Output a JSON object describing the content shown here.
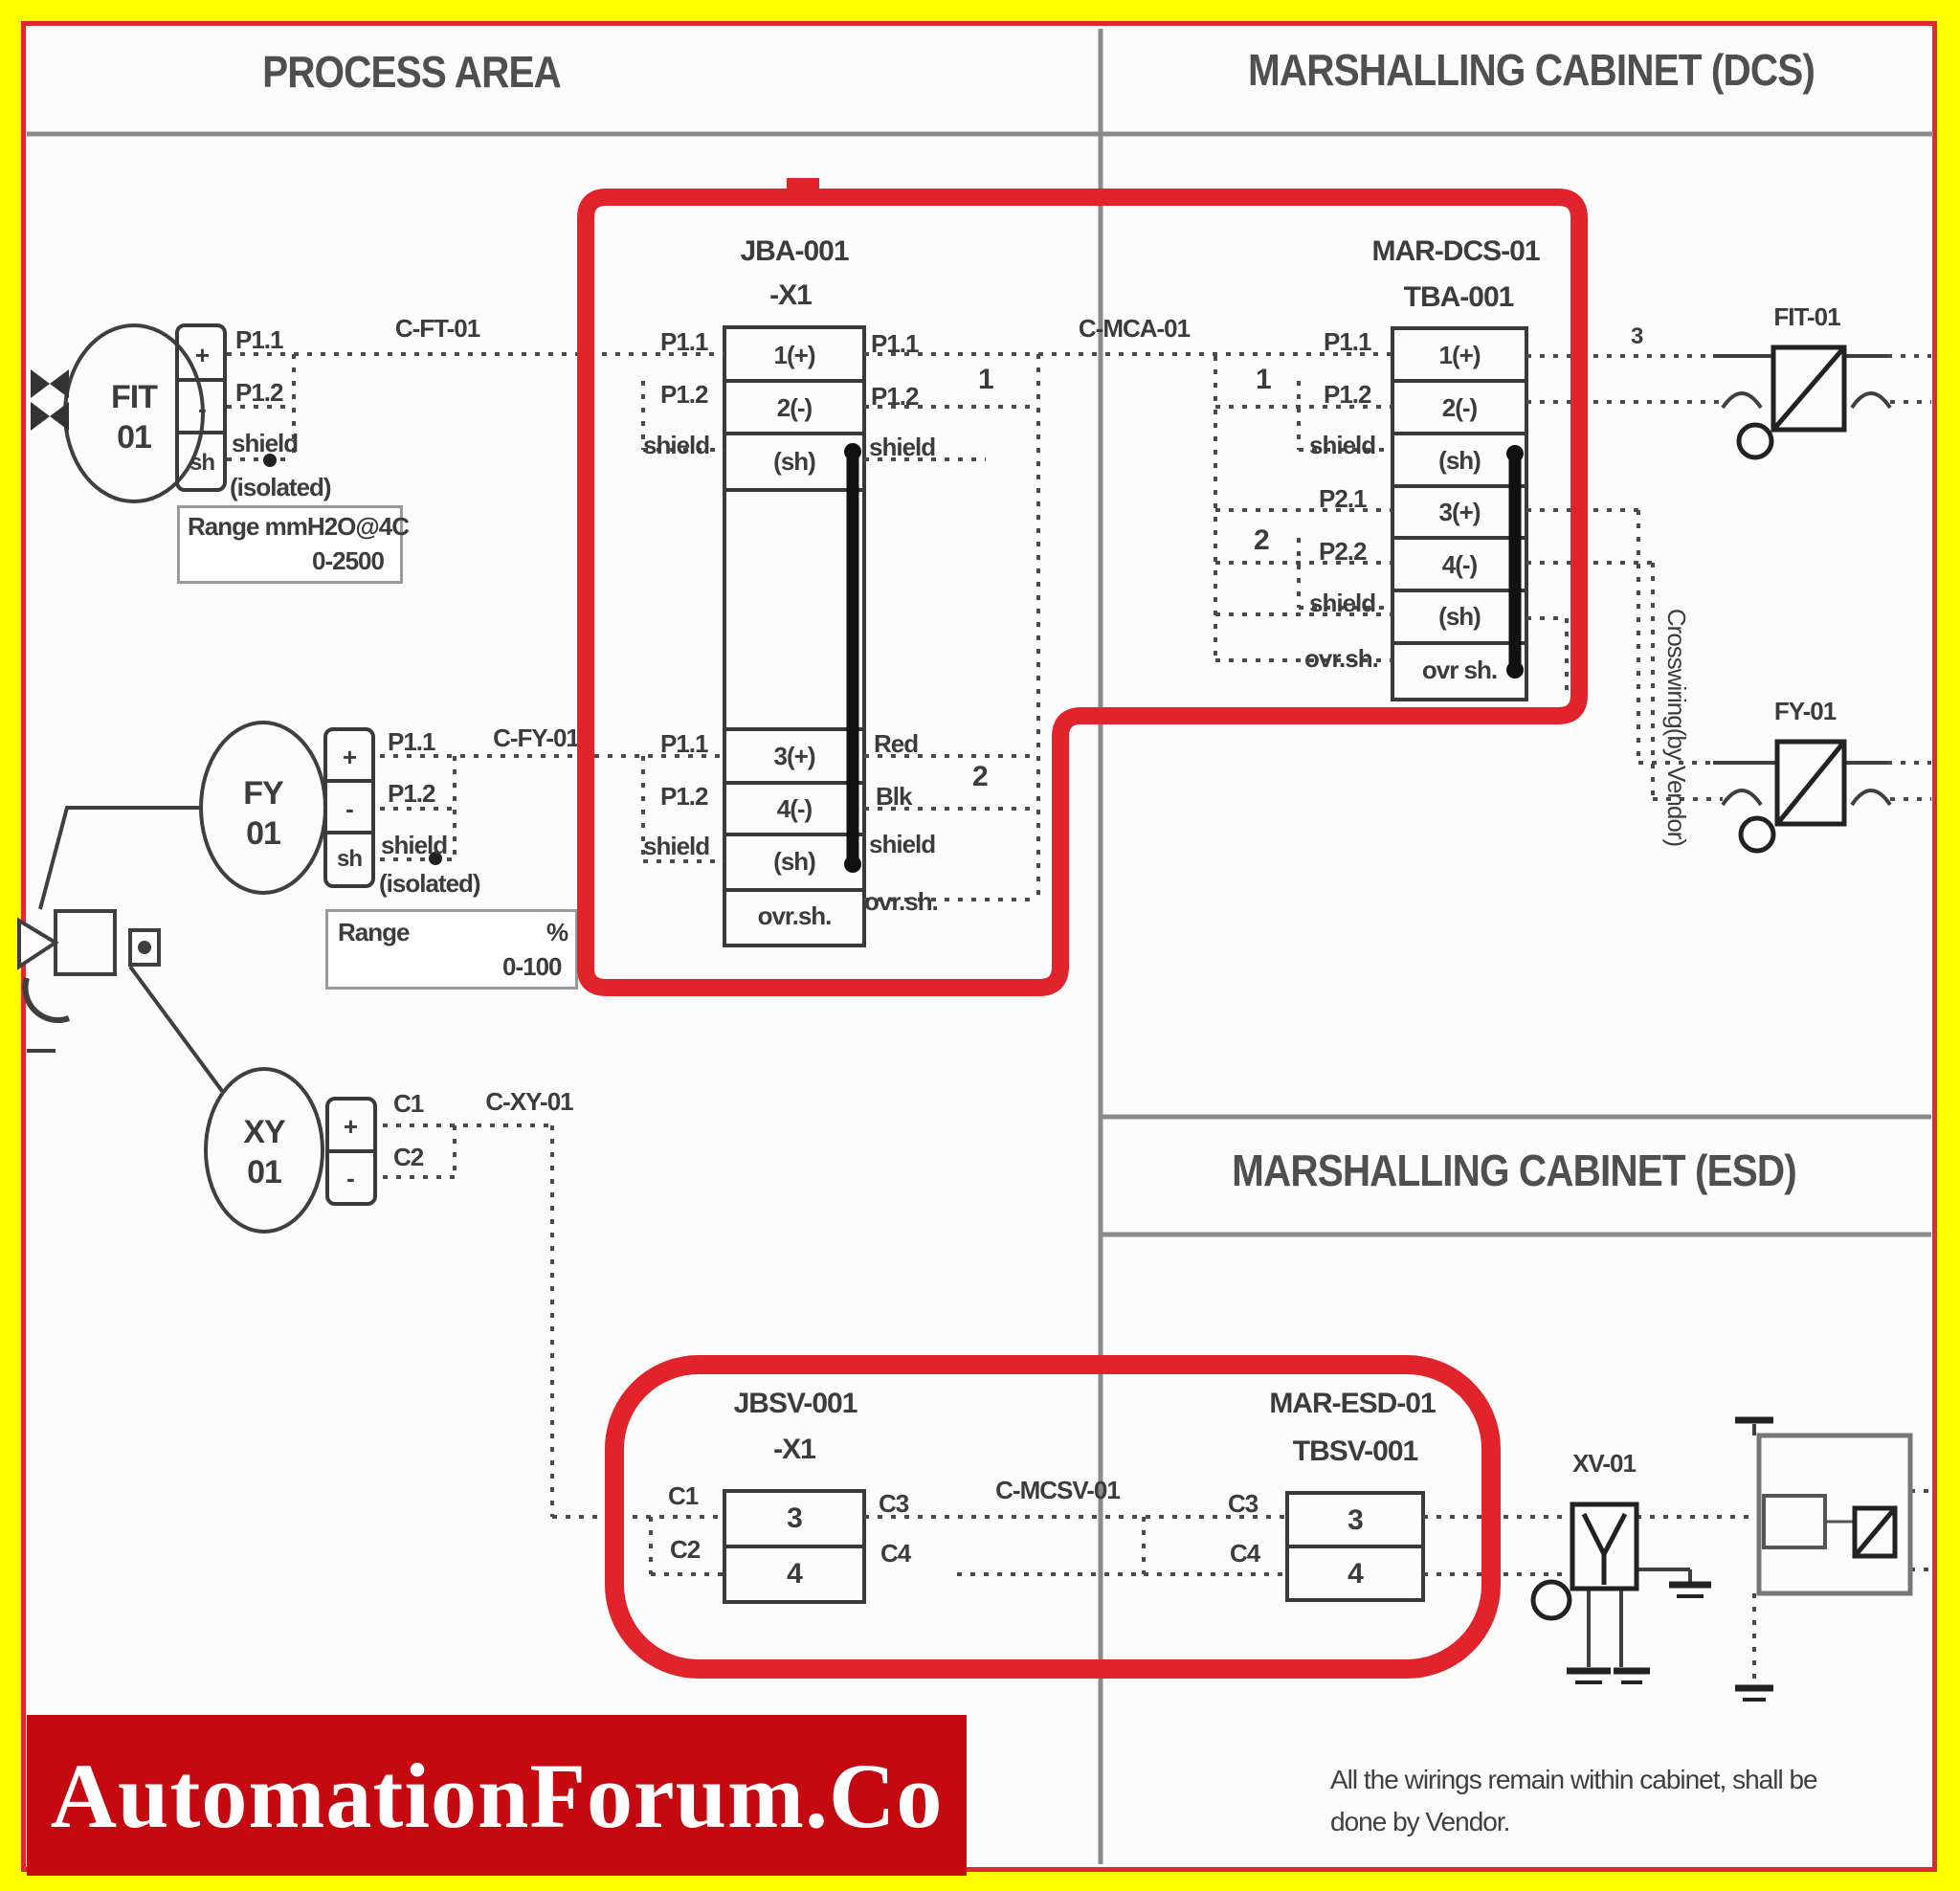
{
  "headers": {
    "process_area": "PROCESS AREA",
    "cabinet_dcs": "MARSHALLING CABINET (DCS)",
    "cabinet_esd": "MARSHALLING CABINET (ESD)"
  },
  "watermark": "AutomationForum.Co",
  "note": {
    "line1": "All the wirings remain within cabinet, shall be",
    "line2": "done by Vendor."
  },
  "fit_loop": {
    "tag": {
      "line1": "FIT",
      "line2": "01"
    },
    "terminals": [
      "+",
      "-",
      "sh"
    ],
    "wire_labels": {
      "p11": "P1.1",
      "p12": "P1.2",
      "shield": "shield",
      "isolated": "(isolated)"
    },
    "range": {
      "label": "Range mmH2O@4C",
      "value": "0-2500"
    },
    "cable": "C-FT-01"
  },
  "fy_loop": {
    "tag": {
      "line1": "FY",
      "line2": "01"
    },
    "terminals": [
      "+",
      "-",
      "sh"
    ],
    "wire_labels": {
      "p11": "P1.1",
      "p12": "P1.2",
      "shield": "shield",
      "isolated": "(isolated)"
    },
    "range": {
      "label": "Range",
      "unit": "%",
      "value": "0-100"
    },
    "cable": "C-FY-01"
  },
  "xy_loop": {
    "tag": {
      "line1": "XY",
      "line2": "01"
    },
    "terminals": [
      "+",
      "-"
    ],
    "wire_labels": {
      "c1": "C1",
      "c2": "C2"
    },
    "cable": "C-XY-01"
  },
  "jb_dcs": {
    "title": "JBA-001",
    "subtitle": "-X1",
    "top": {
      "left": [
        "P1.1",
        "P1.2",
        "shield"
      ],
      "cells": [
        "1(+)",
        "2(-)",
        "(sh)"
      ],
      "right": [
        "P1.1",
        "P1.2",
        "shield"
      ]
    },
    "bottom": {
      "left": [
        "P1.1",
        "P1.2",
        "shield"
      ],
      "cells": [
        "3(+)",
        "4(-)",
        "(sh)",
        "ovr.sh."
      ],
      "right": [
        "Red",
        "Blk",
        "shield",
        "ovr.sh."
      ]
    },
    "pair1": "1",
    "pair2": "2"
  },
  "mc_dcs": {
    "cable": "C-MCA-01",
    "pair1": "1",
    "pair2": "2"
  },
  "tb_dcs": {
    "title": "MAR-DCS-01",
    "subtitle": "TBA-001",
    "left": [
      "P1.1",
      "P1.2",
      "shield",
      "P2.1",
      "P2.2",
      "shield",
      "ovr.sh."
    ],
    "cells": [
      "1(+)",
      "2(-)",
      "(sh)",
      "3(+)",
      "4(-)",
      "(sh)",
      "ovr sh."
    ]
  },
  "crosswiring": {
    "label": "Crosswiring(by Vendor)",
    "core": "3"
  },
  "dcs_io": {
    "fit": "FIT-01",
    "fy": "FY-01"
  },
  "jb_esd": {
    "title": "JBSV-001",
    "subtitle": "-X1",
    "left": [
      "C1",
      "C2"
    ],
    "cells": [
      "3",
      "4"
    ],
    "right": [
      "C3",
      "C4"
    ]
  },
  "mc_esd": {
    "cable": "C-MCSV-01"
  },
  "tb_esd": {
    "title": "MAR-ESD-01",
    "subtitle": "TBSV-001",
    "left": [
      "C3",
      "C4"
    ],
    "cells": [
      "3",
      "4"
    ]
  },
  "valve_esd": {
    "label": "XV-01"
  }
}
